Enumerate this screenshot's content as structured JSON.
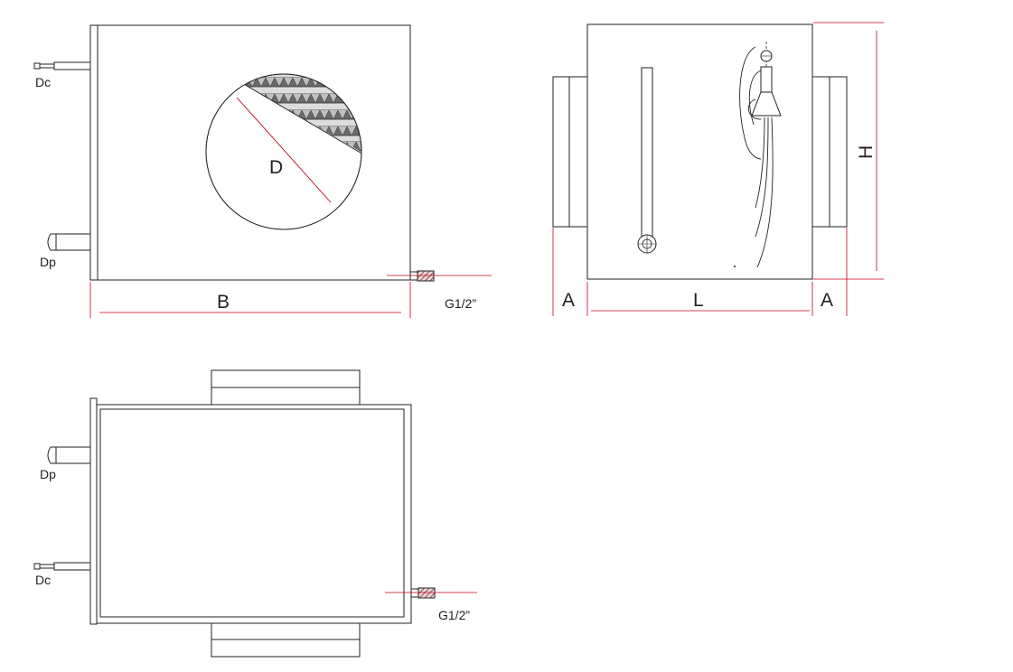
{
  "labels": {
    "dc": "Dc",
    "dp": "Dp",
    "diameter": "D",
    "width": "B",
    "drain": "G1/2”",
    "flange": "A",
    "length": "L",
    "height": "H"
  },
  "colors": {
    "outline": "#222222",
    "dimension": "#c0001a",
    "coil": "#777777"
  }
}
